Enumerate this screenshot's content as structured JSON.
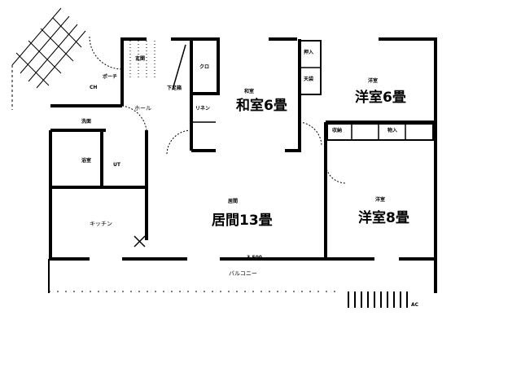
{
  "rooms": {
    "washitsu": {
      "small": "和室",
      "label": "和室6畳"
    },
    "yoshitsu6": {
      "small": "洋室",
      "label": "洋室6畳"
    },
    "yoshitsu8": {
      "small": "洋室",
      "label": "洋室8畳"
    },
    "ima": {
      "small": "居間",
      "label": "居間13畳"
    },
    "kitchen": "キッチン",
    "balcony": "バルコニー",
    "hall": "ホール",
    "porch": "ポーチ",
    "genkan": "玄関",
    "shoe_box": "下足箱",
    "closet": "クロ",
    "bath": "浴室",
    "washroom": "洗面",
    "ut": "UT",
    "ch": "CH",
    "oshiire": "押入",
    "tenbukuro": "天袋",
    "storage": "収納",
    "pantry": "物入",
    "linen": "リネン",
    "dimension": "3,500",
    "ac": "AC"
  }
}
